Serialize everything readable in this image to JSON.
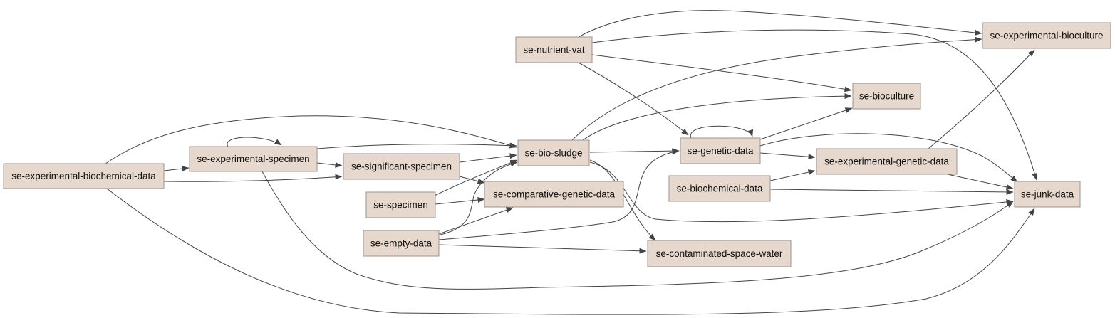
{
  "diagram": {
    "type": "directed-graph",
    "node_fill": "#e6d8cc",
    "node_border": "#9a9590",
    "edge_color": "#444444",
    "nodes": [
      {
        "id": "n_ebd",
        "label": "se-experimental-biochemical-data"
      },
      {
        "id": "n_es",
        "label": "se-experimental-specimen"
      },
      {
        "id": "n_ss",
        "label": "se-significant-specimen"
      },
      {
        "id": "n_sp",
        "label": "se-specimen"
      },
      {
        "id": "n_ed",
        "label": "se-empty-data"
      },
      {
        "id": "n_nv",
        "label": "se-nutrient-vat"
      },
      {
        "id": "n_bs",
        "label": "se-bio-sludge"
      },
      {
        "id": "n_cgd",
        "label": "se-comparative-genetic-data"
      },
      {
        "id": "n_gd",
        "label": "se-genetic-data"
      },
      {
        "id": "n_bcd",
        "label": "se-biochemical-data"
      },
      {
        "id": "n_egd",
        "label": "se-experimental-genetic-data"
      },
      {
        "id": "n_csw",
        "label": "se-contaminated-space-water"
      },
      {
        "id": "n_bc",
        "label": "se-bioculture"
      },
      {
        "id": "n_ebc",
        "label": "se-experimental-bioculture"
      },
      {
        "id": "n_jd",
        "label": "se-junk-data"
      }
    ],
    "edges": [
      {
        "from": "n_ebd",
        "to": "n_es"
      },
      {
        "from": "n_ebd",
        "to": "n_ss"
      },
      {
        "from": "n_ebd",
        "to": "n_bs"
      },
      {
        "from": "n_ebd",
        "to": "n_jd"
      },
      {
        "from": "n_es",
        "to": "n_es"
      },
      {
        "from": "n_es",
        "to": "n_ss"
      },
      {
        "from": "n_es",
        "to": "n_bs"
      },
      {
        "from": "n_es",
        "to": "n_jd"
      },
      {
        "from": "n_ss",
        "to": "n_bs"
      },
      {
        "from": "n_ss",
        "to": "n_cgd"
      },
      {
        "from": "n_sp",
        "to": "n_bs"
      },
      {
        "from": "n_sp",
        "to": "n_cgd"
      },
      {
        "from": "n_ed",
        "to": "n_bs"
      },
      {
        "from": "n_ed",
        "to": "n_cgd"
      },
      {
        "from": "n_ed",
        "to": "n_gd"
      },
      {
        "from": "n_ed",
        "to": "n_csw"
      },
      {
        "from": "n_nv",
        "to": "n_ebc"
      },
      {
        "from": "n_nv",
        "to": "n_jd"
      },
      {
        "from": "n_nv",
        "to": "n_bc"
      },
      {
        "from": "n_nv",
        "to": "n_gd"
      },
      {
        "from": "n_bs",
        "to": "n_gd"
      },
      {
        "from": "n_bs",
        "to": "n_bc"
      },
      {
        "from": "n_bs",
        "to": "n_ebc"
      },
      {
        "from": "n_bs",
        "to": "n_csw"
      },
      {
        "from": "n_bs",
        "to": "n_jd"
      },
      {
        "from": "n_gd",
        "to": "n_gd"
      },
      {
        "from": "n_gd",
        "to": "n_bc"
      },
      {
        "from": "n_gd",
        "to": "n_egd"
      },
      {
        "from": "n_gd",
        "to": "n_jd"
      },
      {
        "from": "n_bcd",
        "to": "n_egd"
      },
      {
        "from": "n_bcd",
        "to": "n_jd"
      },
      {
        "from": "n_egd",
        "to": "n_ebc"
      },
      {
        "from": "n_egd",
        "to": "n_jd"
      }
    ]
  }
}
